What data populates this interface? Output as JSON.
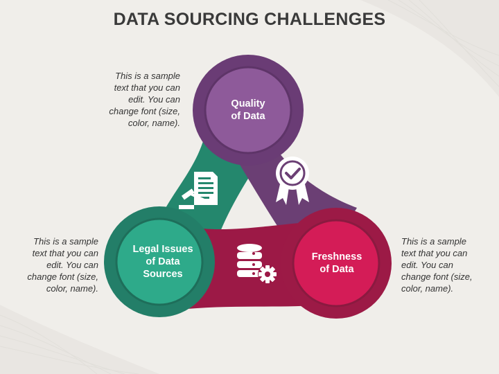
{
  "title": "DATA SOURCING CHALLENGES",
  "nodes": {
    "top": {
      "label_line1": "Quality",
      "label_line2": "of Data",
      "color": "#8e5a9a",
      "ring": "#6a3c75"
    },
    "left": {
      "label_line1": "Legal Issues",
      "label_line2": "of Data",
      "label_line3": "Sources",
      "color": "#2eaa8a",
      "ring": "#237e68"
    },
    "right": {
      "label_line1": "Freshness",
      "label_line2": "of Data",
      "color": "#d41c57",
      "ring": "#9c1a46"
    }
  },
  "descriptions": {
    "top_left": [
      "This is a sample",
      "text that you can",
      "edit. You can",
      "change font (size,",
      "color, name)."
    ],
    "bottom_left": [
      "This is a sample",
      "text that you can",
      "edit. You can",
      "change font (size,",
      "color, name)."
    ],
    "bottom_right": [
      "This is a sample",
      "text that you can",
      "edit. You can",
      "change font (size,",
      "color, name)."
    ]
  },
  "icons": {
    "left_arm": "legal-document-gavel-icon",
    "right_arm": "quality-badge-check-icon",
    "bottom_arm": "database-gear-icon"
  }
}
